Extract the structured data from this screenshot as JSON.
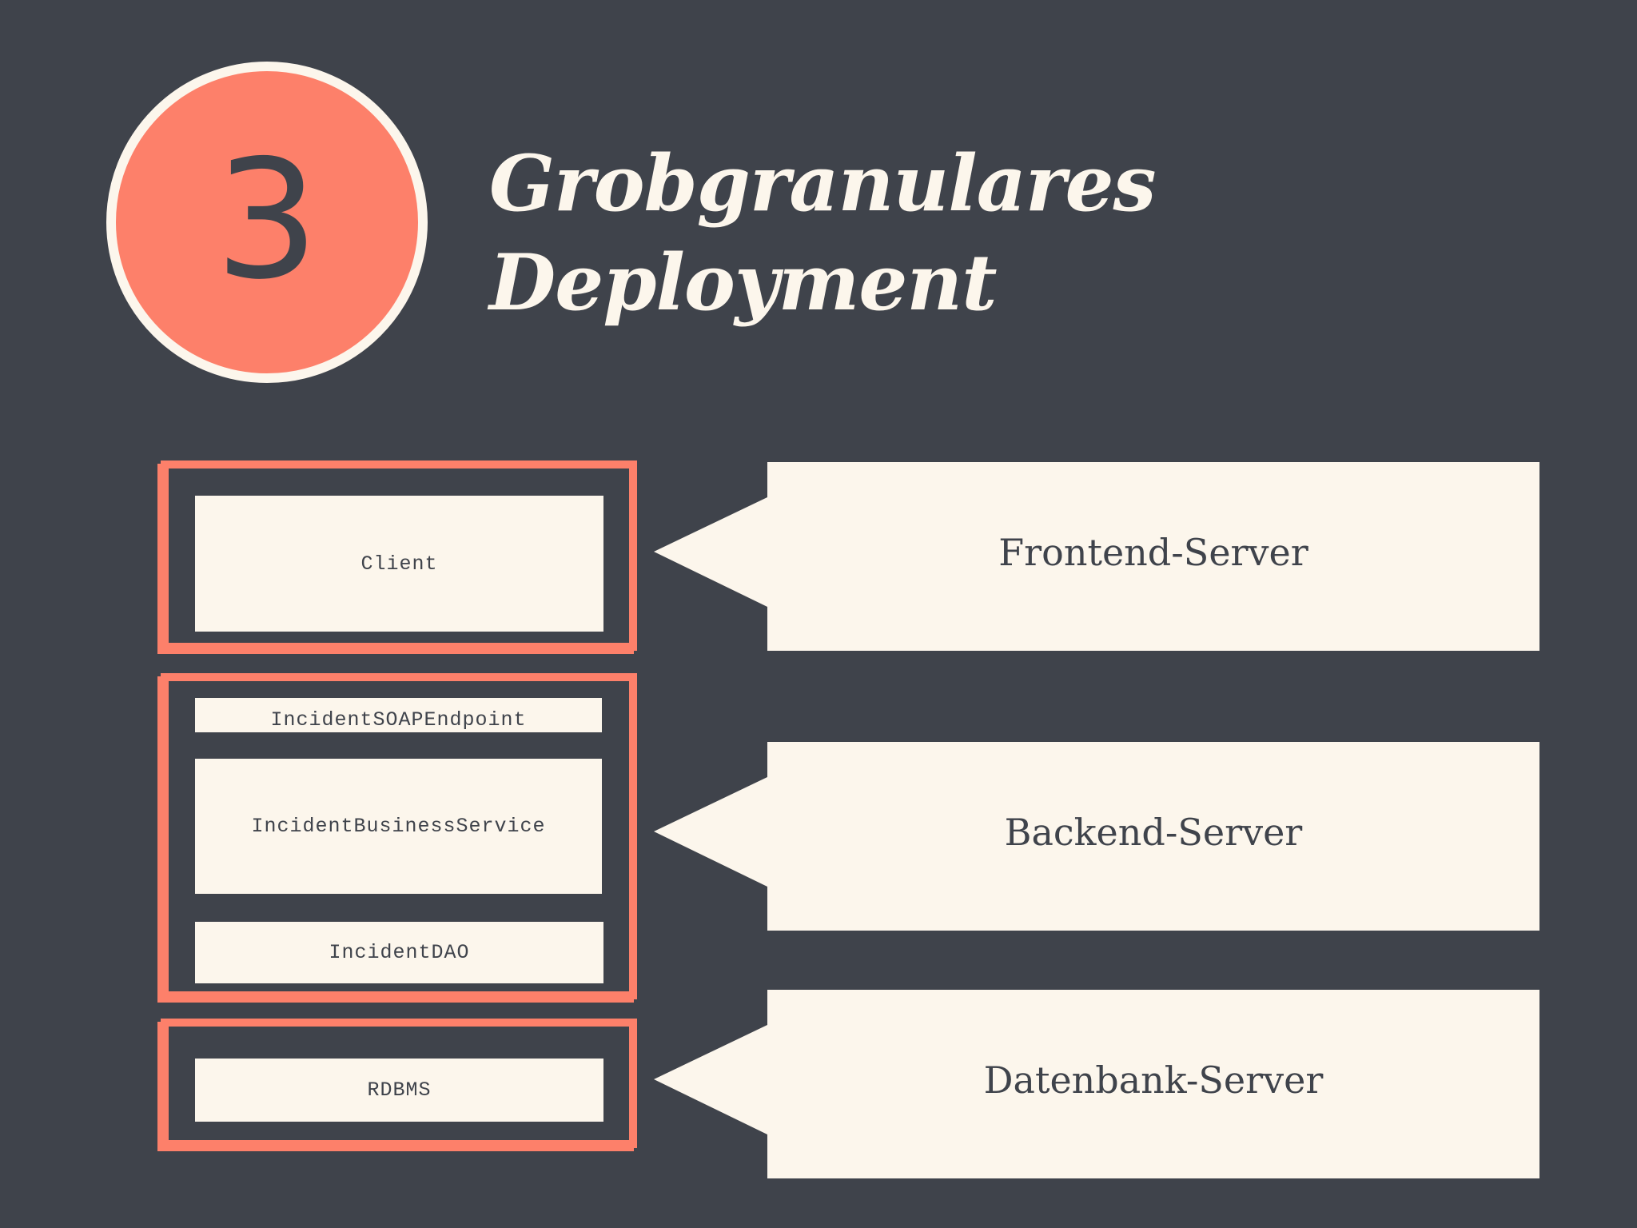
{
  "slide": {
    "number": "3",
    "title_line1": "Grobgranulares",
    "title_line2": "Deployment"
  },
  "colors": {
    "background": "#3f434b",
    "accent": "#fd806a",
    "cream": "#fcf6ec"
  },
  "servers": [
    {
      "label": "Frontend-Server",
      "components": [
        "Client"
      ]
    },
    {
      "label": "Backend-Server",
      "components": [
        "IncidentSOAPEndpoint",
        "IncidentBusinessService",
        "IncidentDAO"
      ]
    },
    {
      "label": "Datenbank-Server",
      "components": [
        "RDBMS"
      ]
    }
  ]
}
